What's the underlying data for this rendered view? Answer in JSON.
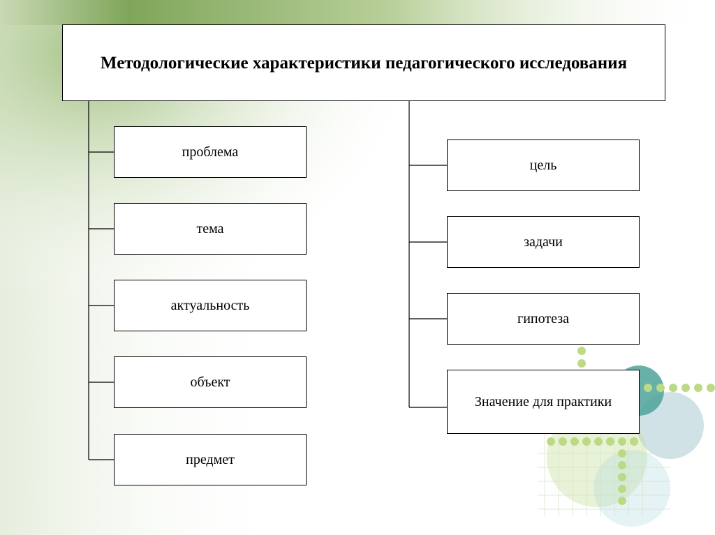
{
  "title": "Методологические характеристики педагогического исследования",
  "left_items": [
    {
      "label": "проблема"
    },
    {
      "label": "тема"
    },
    {
      "label": "актуальность"
    },
    {
      "label": "объект"
    },
    {
      "label": "предмет"
    }
  ],
  "right_items": [
    {
      "label": "цель"
    },
    {
      "label": "задачи"
    },
    {
      "label": "гипотеза"
    },
    {
      "label": "Значение для практики"
    }
  ],
  "colors": {
    "green_dark": "#7fa65a",
    "green_light": "#c6d9b0",
    "dot_green": "#b5d67a",
    "teal": "#3a9a8f",
    "line": "#000000"
  }
}
